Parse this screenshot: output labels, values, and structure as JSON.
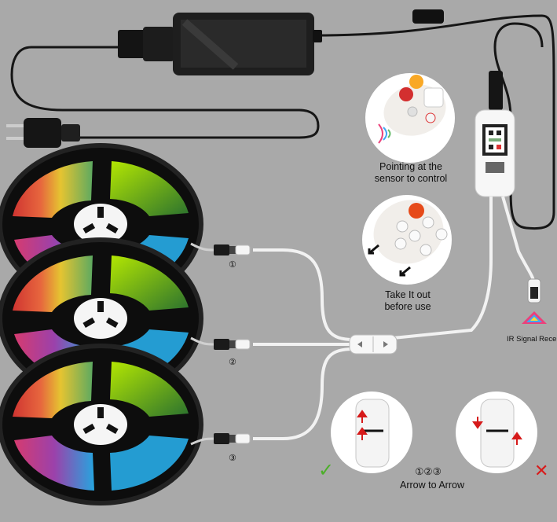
{
  "labels": {
    "pointing": "Pointing at the sensor to control",
    "take_out": "Take It out before use",
    "ir_receiver": "IR Signal Receive",
    "arrow_to_arrow": "Arrow to Arrow",
    "sequence": "①②③",
    "conn_1": "①",
    "conn_2": "②",
    "conn_3": "③"
  },
  "marks": {
    "correct": "✓",
    "wrong": "✕"
  },
  "colors": {
    "background": "#a9a9a9",
    "cable": "#161616",
    "white_cable": "#f2f2f2",
    "check": "#4caf2a",
    "cross": "#d81b1b",
    "arrow": "#d61a1a"
  },
  "icons": [
    "power-adapter-icon",
    "plug-icon",
    "controller-icon",
    "remote-icon",
    "led-reel-icon",
    "connector-icon"
  ]
}
